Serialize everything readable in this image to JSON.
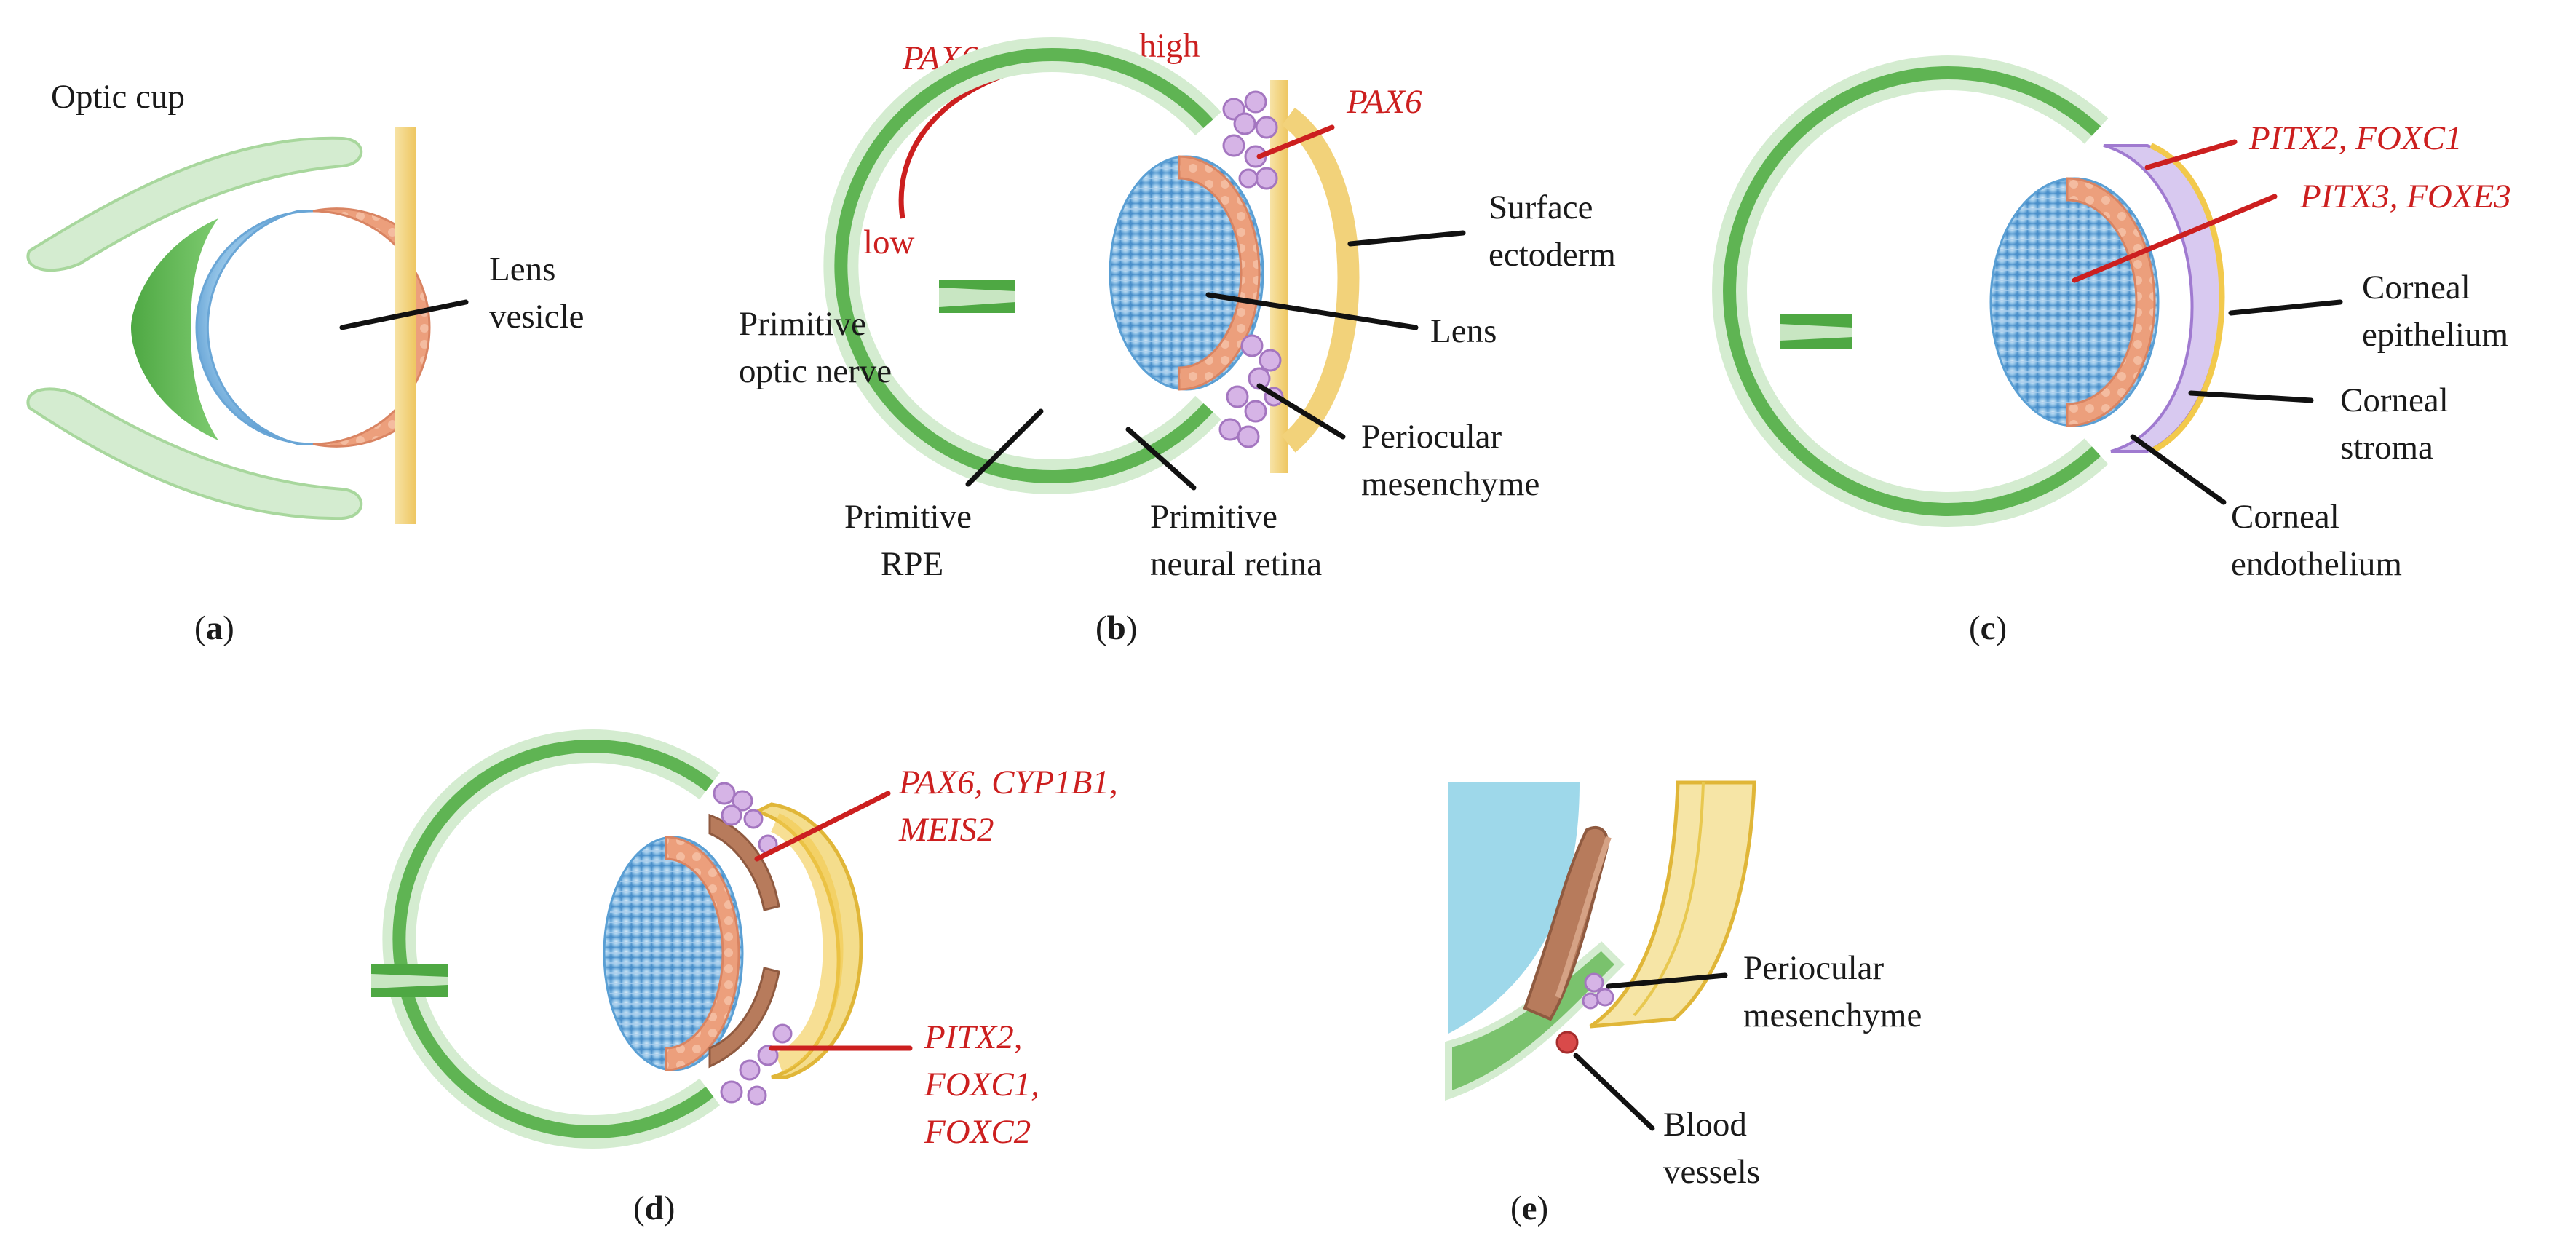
{
  "colors": {
    "optic_cup_green": "#6abb5e",
    "light_green": "#d4ecd0",
    "lens_blue": "#5a9fd4",
    "lens_cells_orange": "#e89a76",
    "surface_ectoderm_yellow": "#f2d27a",
    "periocular_purple": "#c89bdc",
    "cornea_lilac": "#cfc0ec",
    "iris_brown": "#b77b5c",
    "anterior_chamber_blue": "#9ed8ea",
    "vessel_red": "#d94a4a",
    "gene_red": "#cc1f1f"
  },
  "panel_a": {
    "caption_open": "(",
    "caption_letter": "a",
    "caption_close": ")",
    "optic_cup_label": "Optic cup",
    "lens_vesicle_line1": "Lens",
    "lens_vesicle_line2": "vesicle"
  },
  "panel_b": {
    "caption_open": "(",
    "caption_letter": "b",
    "caption_close": ")",
    "gradient_gene": "PAX6",
    "gradient_high": "high",
    "gradient_low": "low",
    "pax6_label": "PAX6",
    "surface_ectoderm_line1": "Surface",
    "surface_ectoderm_line2": "ectoderm",
    "lens_label": "Lens",
    "optic_nerve_line1": "Primitive",
    "optic_nerve_line2": "optic nerve",
    "periocular_line1": "Periocular",
    "periocular_line2": "mesenchyme",
    "rpe_line1": "Primitive",
    "rpe_line2": "RPE",
    "retina_line1": "Primitive",
    "retina_line2": "neural retina"
  },
  "panel_c": {
    "caption_open": "(",
    "caption_letter": "c",
    "caption_close": ")",
    "genes_1": "PITX2, FOXC1",
    "genes_2": "PITX3, FOXE3",
    "epithelium_line1": "Corneal",
    "epithelium_line2": "epithelium",
    "stroma_line1": "Corneal",
    "stroma_line2": "stroma",
    "endothelium_line1": "Corneal",
    "endothelium_line2": "endothelium"
  },
  "panel_d": {
    "caption_open": "(",
    "caption_letter": "d",
    "caption_close": ")",
    "genes_upper_line1": "PAX6, CYP1B1,",
    "genes_upper_line2": "MEIS2",
    "genes_lower_line1": "PITX2,",
    "genes_lower_line2": "FOXC1,",
    "genes_lower_line3": "FOXC2"
  },
  "panel_e": {
    "caption_open": "(",
    "caption_letter": "e",
    "caption_close": ")",
    "periocular_line1": "Periocular",
    "periocular_line2": "mesenchyme",
    "vessels_line1": "Blood",
    "vessels_line2": "vessels"
  }
}
